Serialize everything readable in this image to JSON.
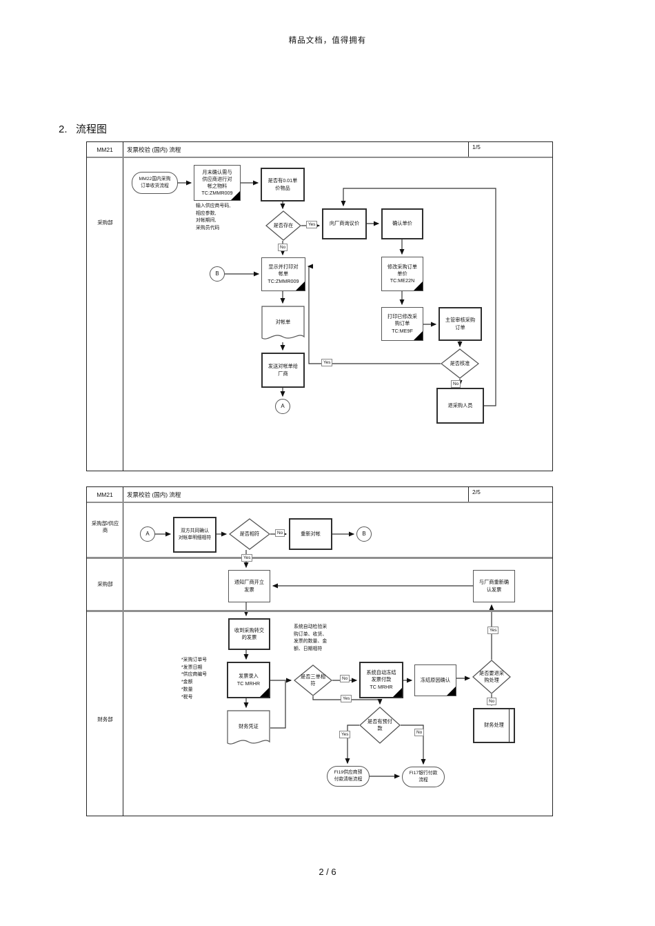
{
  "page": {
    "header": "精品文档，值得拥有",
    "heading": "2.   流程图",
    "footer": "2 / 6"
  },
  "labels": {
    "yes": "Yes",
    "no": "No"
  },
  "chart1": {
    "code": "MM21",
    "title": "发票校验 (国内) 流程",
    "page_no": "1/5",
    "lane": "采购部",
    "nodes": {
      "start": "MM22国内采购\n订单收货流程",
      "monthly_confirm": "月末确认需与\n供应商进行对\n帐之物料\nTC:ZMMR009",
      "input_note": "输入供应商号码,\n相应参数,\n对帐期间,\n采购员代码",
      "price_001": "是否有0.01单\n价物品",
      "exist": "是否存在",
      "negotiate": "向厂商询议价",
      "confirm_price": "确认单价",
      "modify_po": "修改采购订单\n单价\nTC:ME22N",
      "print_po": "打印已修改采\n购订单\nTC:ME9F",
      "supervisor_review": "主管审核采购\n订单",
      "approve": "是否核准",
      "return_buyer": "退采购人员",
      "show_print": "显示并打印对\n帐单\nTC:ZMMR009",
      "statement_doc": "对帐单",
      "send_statement": "发送对帐单给\n厂商",
      "conn_a": "A",
      "conn_b": "B"
    }
  },
  "chart2": {
    "code": "MM21",
    "title": "发票校验 (国内) 流程",
    "page_no": "2/5",
    "lanes": [
      "采购部/供应\n商",
      "采购部",
      "财务部"
    ],
    "nodes": {
      "conn_a": "A",
      "both_confirm": "双方共同确认\n对帐单明细相符",
      "match": "是否相符",
      "redo": "重新对帐",
      "conn_b": "B",
      "notify": "通知厂商开立\n发票",
      "reconfirm": "与厂商重新确\n认发票",
      "receive": "收到采购转交\n的发票",
      "sys_note": "系统自动检验采\n购订单、收货、\n发票的数量、金\n额、日期相符",
      "fields_note": "*采购订单号\n*发票日期\n*供应商编号\n*金额\n*数量\n*税号",
      "invoice_entry": "发票录入\nTC  MRHR",
      "three_match": "是否三单相\n符",
      "freeze": "系统自动冻结\n发票付款\nTC  MRHR",
      "freeze_confirm": "冻结原因确认",
      "return_purchasing": "是否要退采\n购处理",
      "finance_handle": "财务处理",
      "prepay": "是否有预付\n款",
      "fi19": "FI19供应商预\n付款清帐流程",
      "fi17": "FI17银行付款\n流程",
      "voucher_doc": "财务凭证"
    }
  }
}
